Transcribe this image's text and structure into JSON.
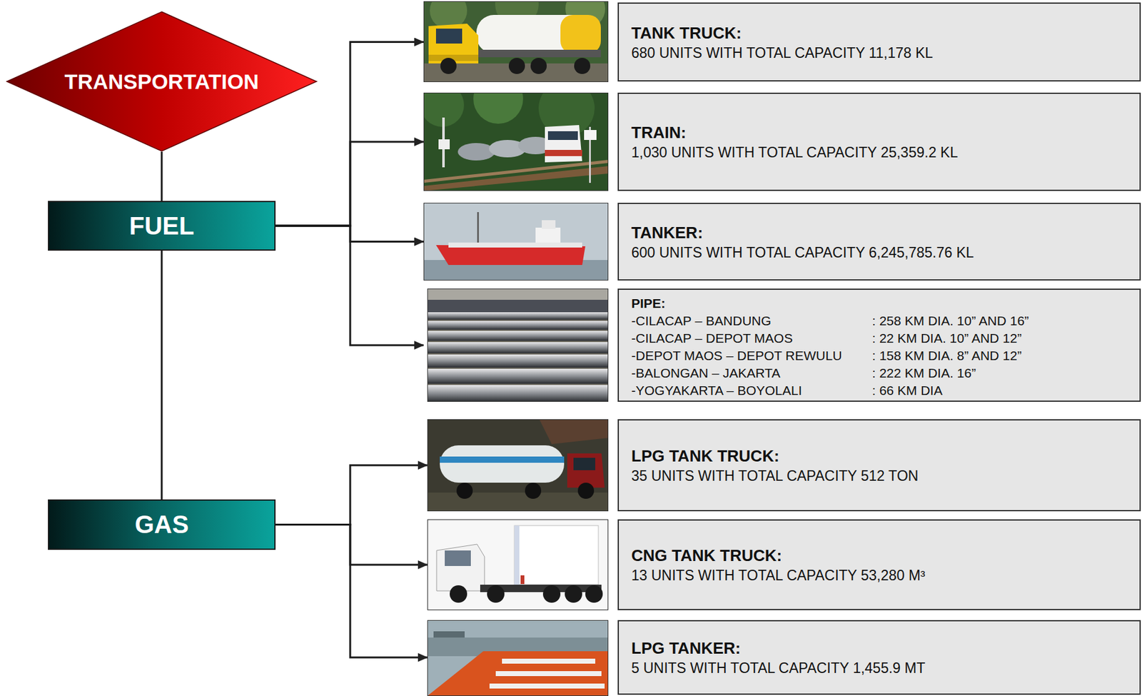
{
  "diagram": {
    "nodes": [
      {
        "text": [
          "TRANSPORTATION"
        ]
      },
      {
        "text": [
          "FUEL"
        ]
      },
      {
        "text": [
          "GAS"
        ]
      },
      {
        "text": [
          "TANK TRUCK:",
          "680 UNITS WITH TOTAL CAPACITY 11,178 KL"
        ]
      },
      {
        "text": [
          "TRAIN:",
          "1,030 UNITS WITH TOTAL CAPACITY 25,359.2 KL"
        ]
      },
      {
        "text": [
          "TANKER:",
          "600 UNITS WITH TOTAL CAPACITY 6,245,785.76 KL"
        ]
      },
      {
        "text": [
          "PIPE:",
          "-CILACAP – BANDUNG",
          ": 258 KM DIA. 10” AND 16”",
          "-CILACAP – DEPOT MAOS",
          ": 22 KM DIA. 10” AND 12”",
          "-DEPOT MAOS – DEPOT REWULU",
          ": 158 KM DIA. 8” AND 12”",
          "-BALONGAN – JAKARTA",
          ": 222 KM DIA. 16”",
          "-YOGYAKARTA – BOYOLALI",
          ": 66 KM DIA"
        ]
      },
      {
        "text": [
          "LPG TANK TRUCK:",
          "35 UNITS WITH TOTAL CAPACITY 512 TON"
        ]
      },
      {
        "text": [
          "CNG TANK TRUCK:",
          "13 UNITS WITH TOTAL CAPACITY 53,280 M³"
        ]
      },
      {
        "text": [
          "LPG TANKER:",
          "5 UNITS WITH TOTAL CAPACITY 1,455.9 MT"
        ]
      }
    ],
    "edges": [
      {
        "from": 0,
        "to": 1,
        "arrow": "none"
      },
      {
        "from": 1,
        "to": 2,
        "arrow": "none"
      },
      {
        "from": 1,
        "to": 3,
        "arrow": "to"
      },
      {
        "from": 1,
        "to": 4,
        "arrow": "to"
      },
      {
        "from": 1,
        "to": 5,
        "arrow": "to"
      },
      {
        "from": 1,
        "to": 6,
        "arrow": "to"
      },
      {
        "from": 2,
        "to": 7,
        "arrow": "to"
      },
      {
        "from": 2,
        "to": 8,
        "arrow": "to"
      },
      {
        "from": 2,
        "to": 9,
        "arrow": "to"
      }
    ]
  }
}
